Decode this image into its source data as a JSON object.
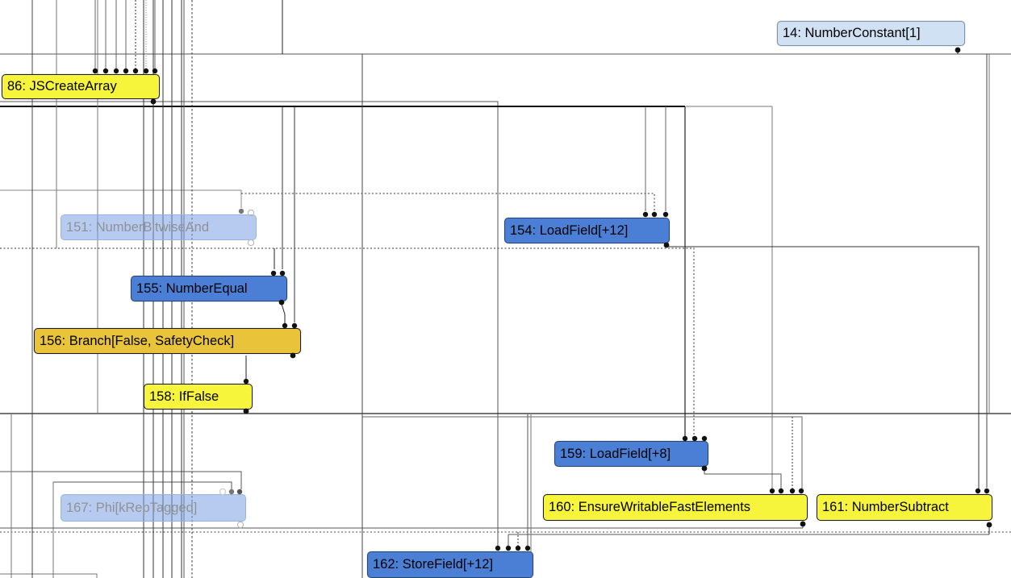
{
  "view": {
    "name": "compiler-graph-view",
    "background": "#ffffff"
  },
  "colors": {
    "constant_fill": "#cfe1f2",
    "constant_border": "#7d93a8",
    "operation_fill": "#f6f53c",
    "operation_border": "#1c1c1c",
    "control_fill": "#e9c43b",
    "control_border": "#1c1c1c",
    "machine_fill": "#4b7fd5",
    "machine_border": "#26456f",
    "faded_fill": "rgba(122,161,226,0.55)",
    "faded_border": "rgba(150,178,225,0.95)",
    "faded_text": "#8f9296",
    "edge_default": "#555555",
    "edge_strong": "#111111",
    "port_dot": "#111111"
  },
  "nodes": [
    {
      "id": "14",
      "label": "14: NumberConstant[1]",
      "kind": "constant",
      "state": "normal"
    },
    {
      "id": "86",
      "label": "86: JSCreateArray",
      "kind": "operation",
      "state": "normal"
    },
    {
      "id": "151",
      "label": "151: NumberBitwiseAnd",
      "kind": "machine",
      "state": "faded"
    },
    {
      "id": "154",
      "label": "154: LoadField[+12]",
      "kind": "machine",
      "state": "normal"
    },
    {
      "id": "155",
      "label": "155: NumberEqual",
      "kind": "machine",
      "state": "normal"
    },
    {
      "id": "156",
      "label": "156: Branch[False, SafetyCheck]",
      "kind": "control",
      "state": "normal"
    },
    {
      "id": "158",
      "label": "158: IfFalse",
      "kind": "operation",
      "state": "normal"
    },
    {
      "id": "159",
      "label": "159: LoadField[+8]",
      "kind": "machine",
      "state": "normal"
    },
    {
      "id": "160",
      "label": "160: EnsureWritableFastElements",
      "kind": "operation",
      "state": "normal"
    },
    {
      "id": "161",
      "label": "161: NumberSubtract",
      "kind": "operation",
      "state": "normal"
    },
    {
      "id": "162",
      "label": "162: StoreField[+12]",
      "kind": "machine",
      "state": "normal"
    },
    {
      "id": "167",
      "label": "167: Phi[kRepTagged]",
      "kind": "machine",
      "state": "faded"
    }
  ]
}
